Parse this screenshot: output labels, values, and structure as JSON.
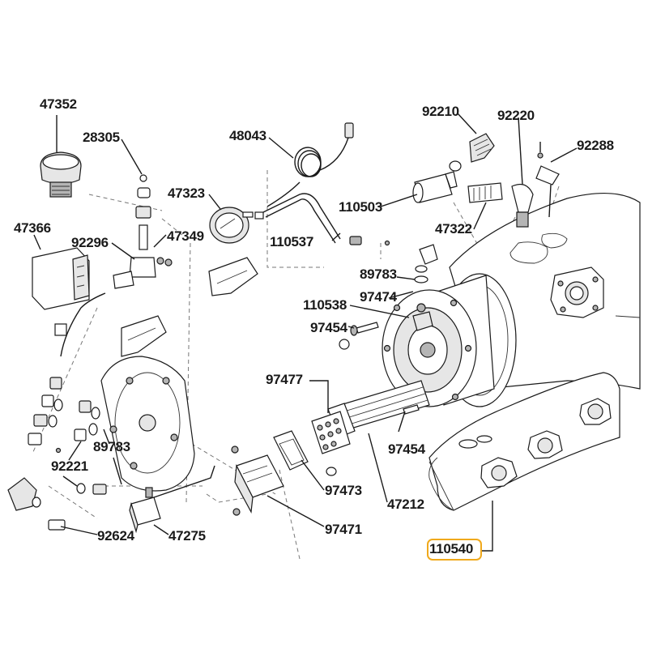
{
  "diagram": {
    "callouts": [
      {
        "id": "47352",
        "text": "47352"
      },
      {
        "id": "28305",
        "text": "28305"
      },
      {
        "id": "48043",
        "text": "48043"
      },
      {
        "id": "47366",
        "text": "47366"
      },
      {
        "id": "92296",
        "text": "92296"
      },
      {
        "id": "47349",
        "text": "47349"
      },
      {
        "id": "47323",
        "text": "47323"
      },
      {
        "id": "110537",
        "text": "110537"
      },
      {
        "id": "92210",
        "text": "92210"
      },
      {
        "id": "92220",
        "text": "92220"
      },
      {
        "id": "92288",
        "text": "92288"
      },
      {
        "id": "110503",
        "text": "110503"
      },
      {
        "id": "47322",
        "text": "47322"
      },
      {
        "id": "89783-top",
        "text": "89783"
      },
      {
        "id": "97474",
        "text": "97474"
      },
      {
        "id": "110538",
        "text": "110538"
      },
      {
        "id": "97454-top",
        "text": "97454"
      },
      {
        "id": "97477",
        "text": "97477"
      },
      {
        "id": "97454-mid",
        "text": "97454"
      },
      {
        "id": "89783-left",
        "text": "89783"
      },
      {
        "id": "92221",
        "text": "92221"
      },
      {
        "id": "97473",
        "text": "97473"
      },
      {
        "id": "47212",
        "text": "47212"
      },
      {
        "id": "97471",
        "text": "97471"
      },
      {
        "id": "92624",
        "text": "92624"
      },
      {
        "id": "47275",
        "text": "47275"
      },
      {
        "id": "110540",
        "text": "110540",
        "highlighted": true
      }
    ],
    "highlight_color": "#f0a91c"
  }
}
